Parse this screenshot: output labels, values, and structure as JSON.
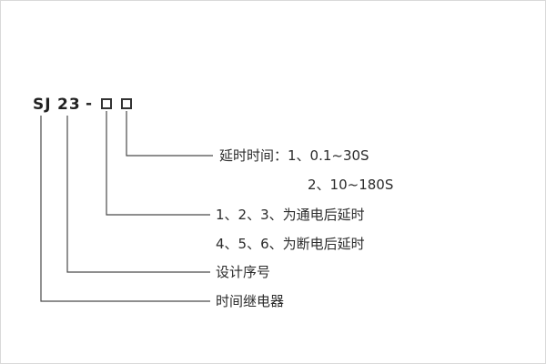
{
  "diagram": {
    "model": {
      "type_code": "SJ",
      "serial": "23",
      "separator": "-"
    },
    "labels": {
      "delay_time_title": "延时时间：1、0.1~30S",
      "delay_time_option2": "2、10~180S",
      "power_on_delay": "1、2、3、为通电后延时",
      "power_off_delay": "4、5、6、为断电后延时",
      "design_serial": "设计序号",
      "time_relay": "时间继电器"
    }
  }
}
